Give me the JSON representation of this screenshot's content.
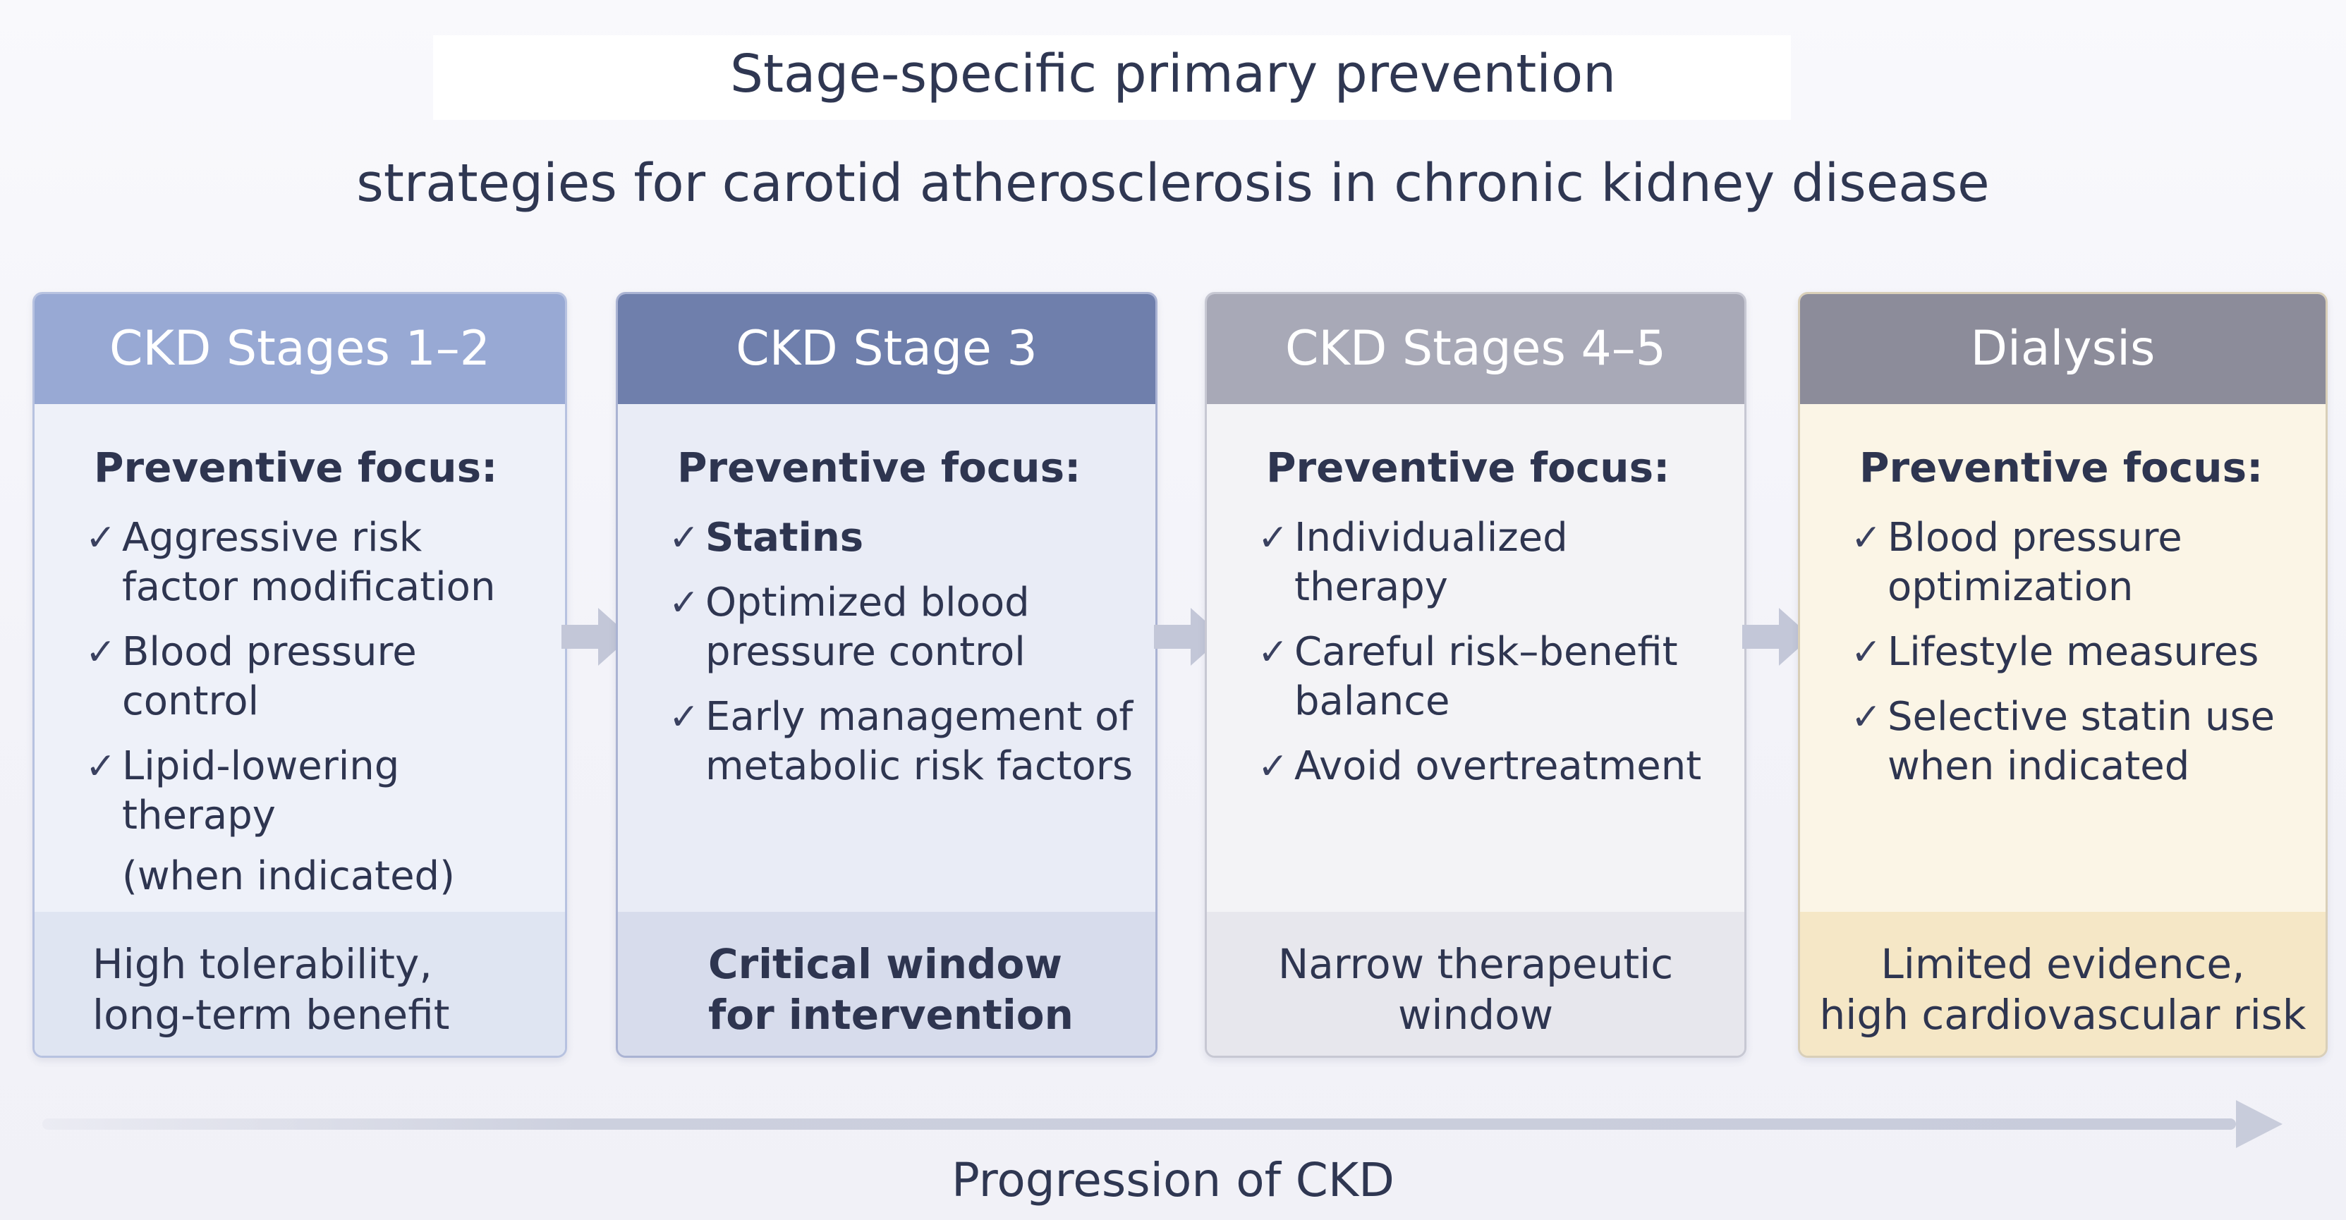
{
  "title": {
    "line1": "Stage-specific primary prevention",
    "line2": "strategies for carotid atherosclerosis in chronic kidney disease"
  },
  "stages": [
    {
      "header": "CKD Stages 1–2",
      "focus_heading": "Preventive focus:",
      "items": [
        "Aggressive risk\nfactor modification",
        "Blood pressure\ncontrol",
        "Lipid-lowering\ntherapy",
        "(when indicated)"
      ],
      "footer": "High tolerability,\nlong-term benefit",
      "colors": {
        "header": "#98a9d4",
        "body": "#eef1f9",
        "footer": "#dfe5f2",
        "border": "#b7c2e0"
      }
    },
    {
      "header": "CKD Stage 3",
      "focus_heading": "Preventive focus:",
      "items": [
        "Statins",
        "Optimized blood\npressure control",
        "Early management of\nmetabolic risk factors"
      ],
      "footer": "Critical window\nfor intervention",
      "colors": {
        "header": "#6f7fac",
        "body": "#e9ecf6",
        "footer": "#d7dcec",
        "border": "#aab3d3"
      }
    },
    {
      "header": "CKD Stages 4–5",
      "focus_heading": "Preventive focus:",
      "items": [
        "Individualized\ntherapy",
        "Careful risk–benefit\nbalance",
        "Avoid overtreatment"
      ],
      "footer": "Narrow therapeutic\nwindow",
      "colors": {
        "header": "#a8a9b7",
        "body": "#f3f3f6",
        "footer": "#e7e7ed",
        "border": "#c7c8d3"
      }
    },
    {
      "header": "Dialysis",
      "focus_heading": "Preventive focus:",
      "items": [
        "Blood pressure\noptimization",
        "Lifestyle measures",
        "Selective statin use\nwhen indicated"
      ],
      "footer": "Limited evidence,\nhigh cardiovascular risk",
      "colors": {
        "header": "#8c8c9a",
        "body": "#fbf5e6",
        "footer": "#f5e7c6",
        "border": "#d9cfb8"
      }
    }
  ],
  "progress_label": "Progression of CKD",
  "check_symbol": "✓",
  "connector_color": "#c3c7d8",
  "progress_arrow_color": "#c8ccdb"
}
